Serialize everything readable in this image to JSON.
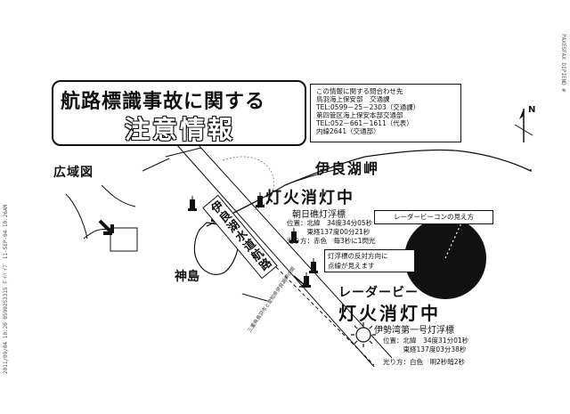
{
  "fax_side_text": "2011/09/04 10:26 0599253315    ﾀﾞｲﾊﾞｲﾌﾞ    11-SEP-04 10:26AM",
  "fax_top_text": "PAXESFAX  DIPIEND  #",
  "title": {
    "line1": "航路標識事故に関する",
    "line2": "注意情報"
  },
  "contact": {
    "lines": [
      "この情報に関する問合わせ先",
      "鳥羽海上保安部　交通課",
      "TEL:0599－25－2303（交通課）",
      "第四管区海上保安本部交通部",
      "TEL:052－661－1611（代表）",
      "内線2641（交通部）"
    ]
  },
  "inset_label": "広域図",
  "north_label": "N",
  "places": {
    "cape": "伊良湖岬",
    "island": "神島",
    "channel": "伊良湖水道航路",
    "coast_line": "三重県鳥羽市と愛知県伊良湖岬の間"
  },
  "notice1": {
    "status": "灯火消灯中",
    "name": "朝日礁灯浮標",
    "lines": [
      "位置：北緯　34度34分05秒",
      "　　　東経137度00分21秒",
      "光り方：赤色　毎3秒に1閃光"
    ]
  },
  "legend": "レーダービーコンの見え方",
  "direction_caption": [
    "灯浮標の反対方向に",
    "点線が見えます"
  ],
  "notice2": {
    "status_top": "レーダービー",
    "status": "灯火消灯中",
    "name": "伊勢湾第一号灯浮標",
    "lines": [
      "位置：北緯　34度31分01秒",
      "　　　東経137度03分38秒",
      "光り方：白色　明2秒暗2秒"
    ]
  }
}
